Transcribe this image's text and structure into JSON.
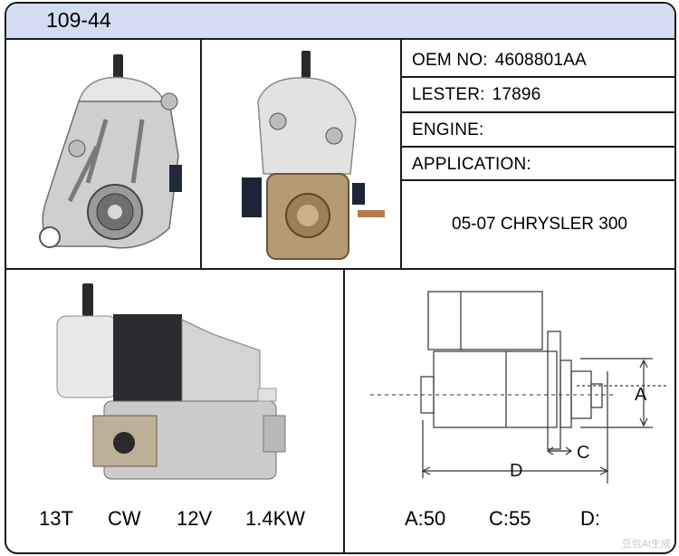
{
  "header": {
    "model": "109-44"
  },
  "info": {
    "oem_label": "OEM NO:",
    "oem_value": "4608801AA",
    "lester_label": "LESTER:",
    "lester_value": "17896",
    "engine_label": "ENGINE:",
    "engine_value": "",
    "application_label": "APPLICATION:",
    "application_value": "05-07 CHRYSLER 300"
  },
  "specs": {
    "teeth": "13T",
    "rotation": "CW",
    "voltage": "12V",
    "power": "1.4KW"
  },
  "dimensions": {
    "a_label": "A",
    "c_label": "C",
    "d_label": "D",
    "a_text": "A:50",
    "c_text": "C:55",
    "d_text": "D:"
  },
  "watermark": "豆包AI生成",
  "colors": {
    "header_bg": "#d3dcf1",
    "border": "#1a1a1a"
  }
}
